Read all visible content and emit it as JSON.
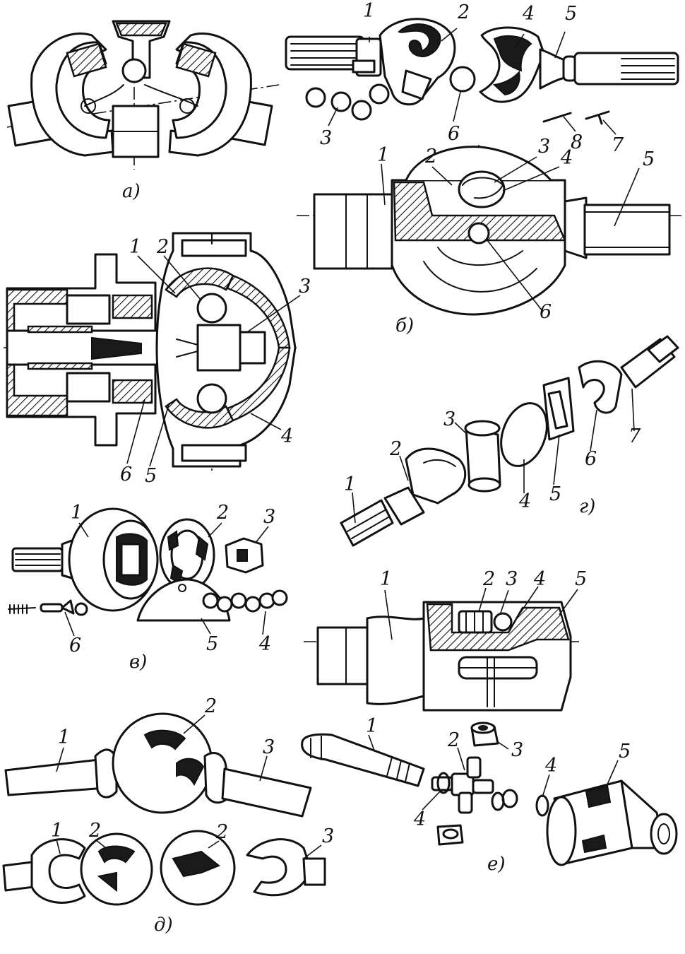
{
  "figure": {
    "panels": [
      {
        "id": "a",
        "caption": "а)",
        "callouts": []
      },
      {
        "id": "b",
        "caption": "б)",
        "callouts": [
          "1",
          "2",
          "3",
          "4",
          "5",
          "6"
        ]
      },
      {
        "id": "v",
        "caption": "в)",
        "callouts": [
          "1",
          "2",
          "3",
          "4",
          "5",
          "6"
        ]
      },
      {
        "id": "g",
        "caption": "г)",
        "callouts": [
          "1",
          "2",
          "3",
          "4",
          "5",
          "6",
          "7"
        ]
      },
      {
        "id": "d",
        "caption": "д)",
        "callouts": [
          "1",
          "2",
          "3",
          "1",
          "2",
          "2",
          "3"
        ]
      },
      {
        "id": "e",
        "caption": "е)",
        "callouts": [
          "1",
          "2",
          "3",
          "4",
          "4",
          "5"
        ]
      }
    ],
    "exploded_top": {
      "callouts": [
        "1",
        "2",
        "4",
        "5",
        "3",
        "6",
        "8",
        "7"
      ]
    },
    "section_left": {
      "callouts": [
        "1",
        "2",
        "3",
        "4",
        "5",
        "6"
      ]
    },
    "section_mid": {
      "callouts": [
        "1",
        "2",
        "3",
        "4",
        "5"
      ]
    }
  }
}
